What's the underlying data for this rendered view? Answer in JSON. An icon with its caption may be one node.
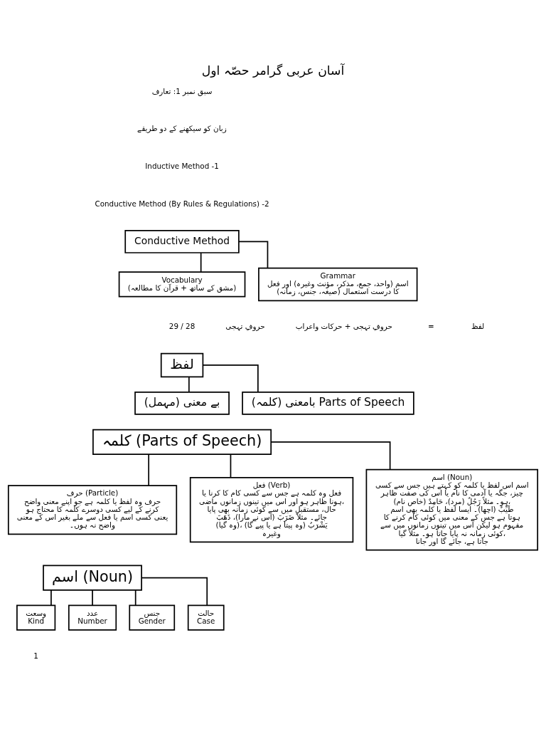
{
  "diagram": {
    "title": "آسان عربی گرامر حصّہ اول",
    "nodes": [
      {
        "text": [
          "Conductive Method"
        ]
      },
      {
        "text": [
          "Vocabulary",
          "(مشق کے ساتھ + قرآن کا مطالعہ)"
        ]
      },
      {
        "text": [
          "Grammar",
          "اسم (واحد، جمع، مذکر، مؤنث وغیرہ) اور فعل (صیغہ، جنس، زمانہ) کا درست استعمال"
        ]
      },
      {
        "text": [
          "لفظ"
        ]
      },
      {
        "text": [
          "بے معنی (مہمل)"
        ]
      },
      {
        "text": [
          "بامعنی (کلمہ) Parts of Speech"
        ]
      },
      {
        "text": [
          "کلمہ (Parts of Speech)"
        ]
      },
      {
        "text": [
          "حرف (Particle)",
          "حرف وہ لفظ یا کلمہ ہے جو اپنے معنی واضح کرنے کے لیے کسی دوسرے کلمہ کا محتاج ہو یعنی کسی اسم یا فعل سے ملے بغیر اس کے معنی واضح نہ ہوں۔"
        ]
      },
      {
        "text": [
          "فعل (Verb)",
          "فعل وہ کلمہ ہے جس سے کسی کام کا کرنا یا ہونا ظاہر ہو اور اس میں تینوں زمانوں ماضی، حال، مستقبل میں سے کوئی زمانہ بھی پایا جائے۔ مثلاً ضَرَبَ (اس نے مارا)، ذَهَبَ (وہ گیا)، یَشْرَبُ (وہ پیتا ہے یا پیے گا) وغیرہ"
        ]
      },
      {
        "text": [
          "اسم (Noun)",
          "اسم اس لفظ یا کلمہ کو کہتے ہیں جس سے کسی چیز، جگہ یا آدمی کا نام یا اس کی صفت ظاہر ہو۔ مثلاً رَجُلٌ (مرد)، حَامِدٌ (خاص نام)، طَیِّبٌ (اچھا)۔ ایسا لفظ یا کلمہ بھی اسم ہوتا ہے جس کے معنی میں کوئی کام کرنے کا مفہوم ہو لیکن اس میں تینوں زمانوں میں سے کوئی زمانہ نہ پایا جاتا ہو۔ مثلاً گیا، جاتا ہے، جائے گا اور جانا"
        ]
      },
      {
        "text": [
          "اسم (Noun)"
        ]
      },
      {
        "text": [
          "وسعت",
          "Kind"
        ]
      },
      {
        "text": [
          "عدد",
          "Number"
        ]
      },
      {
        "text": [
          "جنس",
          "Gender"
        ]
      },
      {
        "text": [
          "حالت",
          "Case"
        ]
      }
    ],
    "edges": [
      {
        "from": 0,
        "to": 1,
        "arrow": "none"
      },
      {
        "from": 0,
        "to": 2,
        "arrow": "none"
      },
      {
        "from": 3,
        "to": 4,
        "arrow": "none"
      },
      {
        "from": 3,
        "to": 5,
        "arrow": "none"
      },
      {
        "from": 6,
        "to": 7,
        "arrow": "none"
      },
      {
        "from": 6,
        "to": 8,
        "arrow": "none"
      },
      {
        "from": 6,
        "to": 9,
        "arrow": "none"
      },
      {
        "from": 10,
        "to": 11,
        "arrow": "none"
      },
      {
        "from": 10,
        "to": 12,
        "arrow": "none"
      },
      {
        "from": 10,
        "to": 13,
        "arrow": "none"
      },
      {
        "from": 10,
        "to": 14,
        "arrow": "none"
      }
    ],
    "labels": [
      "سبق نمبر 1: تعارف",
      "زبان کو سیکھنے کے دو طریقے",
      "Inductive Method -1",
      "Conductive Method (By Rules & Regulations) -2",
      "لفظ",
      "=",
      "حروفِ تہجی + حرکات واعراب",
      "حروفِ تہجی",
      "29 / 28",
      "1"
    ]
  }
}
